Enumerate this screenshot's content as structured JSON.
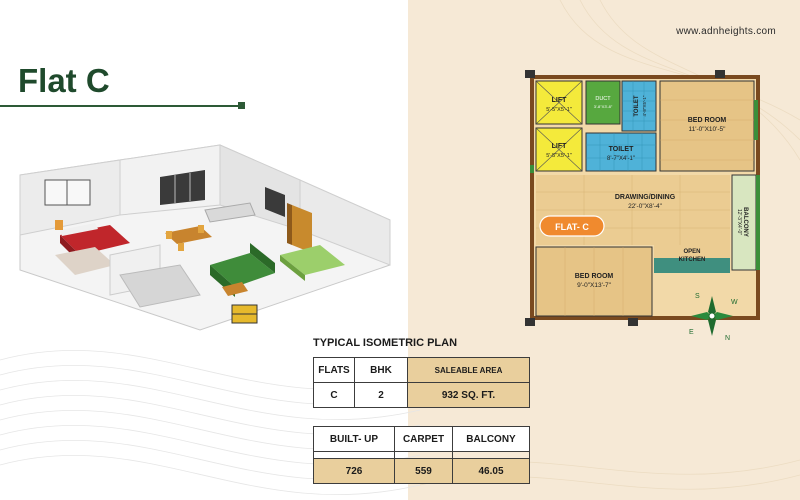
{
  "website": "www.adnheights.com",
  "title": "Flat C",
  "plan": {
    "flat_badge": "FLAT- C",
    "rooms": [
      {
        "name": "LIFT",
        "dims": "5'-5\"X5'-1\""
      },
      {
        "name": "DUCT",
        "dims": "3'-8\"X3'-8\""
      },
      {
        "name": "TOILET",
        "dims": "4'-8\"X5'-1\""
      },
      {
        "name": "BED ROOM",
        "dims": "11'-0\"X10'-5\""
      },
      {
        "name": "LIFT",
        "dims": "5'-5\"X5'-1\""
      },
      {
        "name": "TOILET",
        "dims": "8'-7\"X4'-1\""
      },
      {
        "name": "DRAWING/DINING",
        "dims": "22'-0\"X8'-4\""
      },
      {
        "name": "BALCONY",
        "dims": "12'-3\"X4'-0\""
      },
      {
        "name": "OPEN KITCHEN",
        "dims": ""
      },
      {
        "name": "BED ROOM",
        "dims": "9'-0\"X13'-7\""
      }
    ],
    "compass": {
      "n": "N",
      "s": "S",
      "e": "E",
      "w": "W"
    }
  },
  "plan_heading": "TYPICAL ISOMETRIC PLAN",
  "table1": {
    "headers": [
      "FLATS",
      "BHK",
      "SALEABLE AREA"
    ],
    "values": [
      "C",
      "2",
      "932 SQ. FT."
    ]
  },
  "table2": {
    "headers": [
      "BUILT- UP",
      "CARPET",
      "BALCONY"
    ],
    "values": [
      "726",
      "559",
      "46.05"
    ]
  },
  "colors": {
    "accent": "#1f4a2c",
    "beige": "#f6e9d6",
    "table_fill": "#e9cf9d",
    "badge": "#f08a2e"
  }
}
